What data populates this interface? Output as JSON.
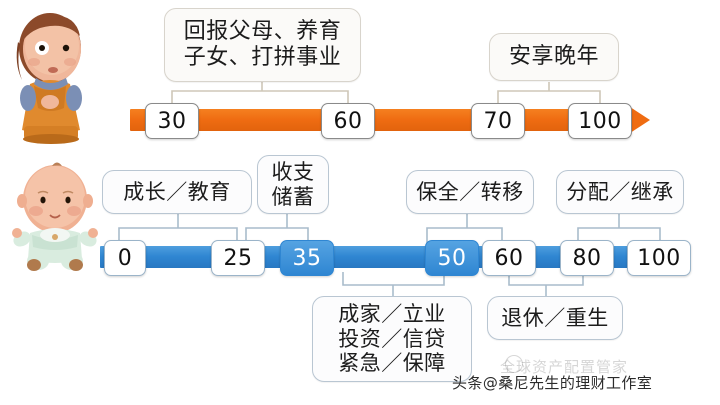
{
  "figures": [
    {
      "name": "elderly-figurine",
      "alt": "elderly cartoon figurine in orange clothing"
    },
    {
      "name": "baby-figurine",
      "alt": "baby cartoon figurine in mint clothing"
    }
  ],
  "timelines": [
    {
      "id": "adult-timeline",
      "color": "#ef6c12",
      "nodes": [
        {
          "label": "30",
          "filled": false
        },
        {
          "label": "60",
          "filled": false
        },
        {
          "label": "70",
          "filled": false
        },
        {
          "label": "100",
          "filled": false
        }
      ],
      "callouts": [
        {
          "id": "callout-adult-1",
          "lines": [
            "回报父母、养育",
            "子女、打拼事业"
          ],
          "from": "30",
          "to": "60"
        },
        {
          "id": "callout-adult-2",
          "lines": [
            "安享晚年"
          ],
          "from": "70",
          "to": "100"
        }
      ]
    },
    {
      "id": "life-timeline",
      "color": "#2f86d2",
      "nodes": [
        {
          "label": "0",
          "filled": false
        },
        {
          "label": "25",
          "filled": false
        },
        {
          "label": "35",
          "filled": true
        },
        {
          "label": "50",
          "filled": true
        },
        {
          "label": "60",
          "filled": false
        },
        {
          "label": "80",
          "filled": false
        },
        {
          "label": "100",
          "filled": false
        }
      ],
      "callouts_above": [
        {
          "id": "callout-growth",
          "lines": [
            "成长／教育"
          ],
          "from": "0",
          "to": "25"
        },
        {
          "id": "callout-savings",
          "lines": [
            "收支",
            "储蓄"
          ],
          "from": "25",
          "to": "35"
        },
        {
          "id": "callout-preserve",
          "lines": [
            "保全／转移"
          ],
          "from": "50",
          "to": "60"
        },
        {
          "id": "callout-distribute",
          "lines": [
            "分配／继承"
          ],
          "from": "80",
          "to": "100"
        }
      ],
      "callouts_below": [
        {
          "id": "callout-family",
          "lines": [
            "成家／立业",
            "投资／信贷",
            "紧急／保障"
          ],
          "from": "35",
          "to": "50"
        },
        {
          "id": "callout-retire",
          "lines": [
            "退休／重生"
          ],
          "from": "60",
          "to": "80"
        }
      ]
    }
  ],
  "footer": {
    "platform": "头条",
    "handle": "@桑尼先生的理财工作室",
    "watermark": "全球资产配置管家"
  }
}
